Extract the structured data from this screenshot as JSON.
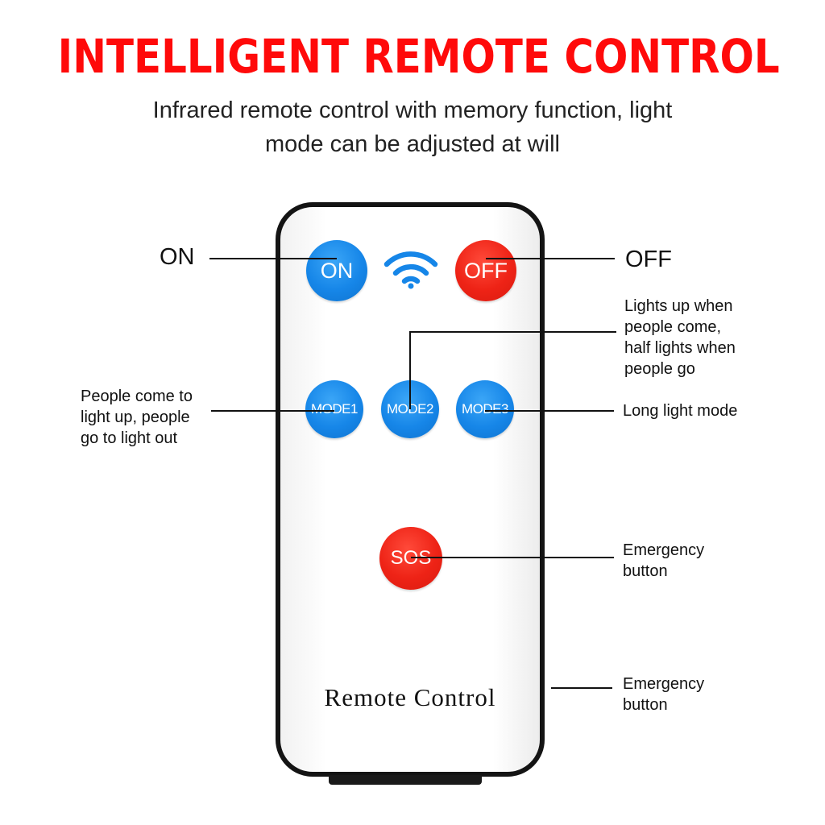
{
  "header": {
    "title": "INTELLIGENT REMOTE CONTROL",
    "subtitle_line1": "Infrared remote control with memory function, light",
    "subtitle_line2": "mode can be adjusted at will"
  },
  "buttons": {
    "on": "ON",
    "off": "OFF",
    "mode1": "MODE1",
    "mode2": "MODE2",
    "mode3": "MODE3",
    "sos": "SOS"
  },
  "remote_label": "Remote Control",
  "callouts": {
    "on": "ON",
    "off": "OFF",
    "mode2": [
      "Lights up when",
      "people come,",
      "half lights when",
      "people go"
    ],
    "mode1": [
      "People come to",
      "light up, people",
      "go to light out"
    ],
    "mode3": "Long light mode",
    "sos": [
      "Emergency",
      "button"
    ],
    "side": [
      "Emergency",
      "button"
    ]
  },
  "colors": {
    "title_red": "#ff0a0a",
    "button_blue": "#1686e8",
    "button_red": "#ee2316"
  },
  "icons": {
    "signal": "wifi-icon"
  }
}
